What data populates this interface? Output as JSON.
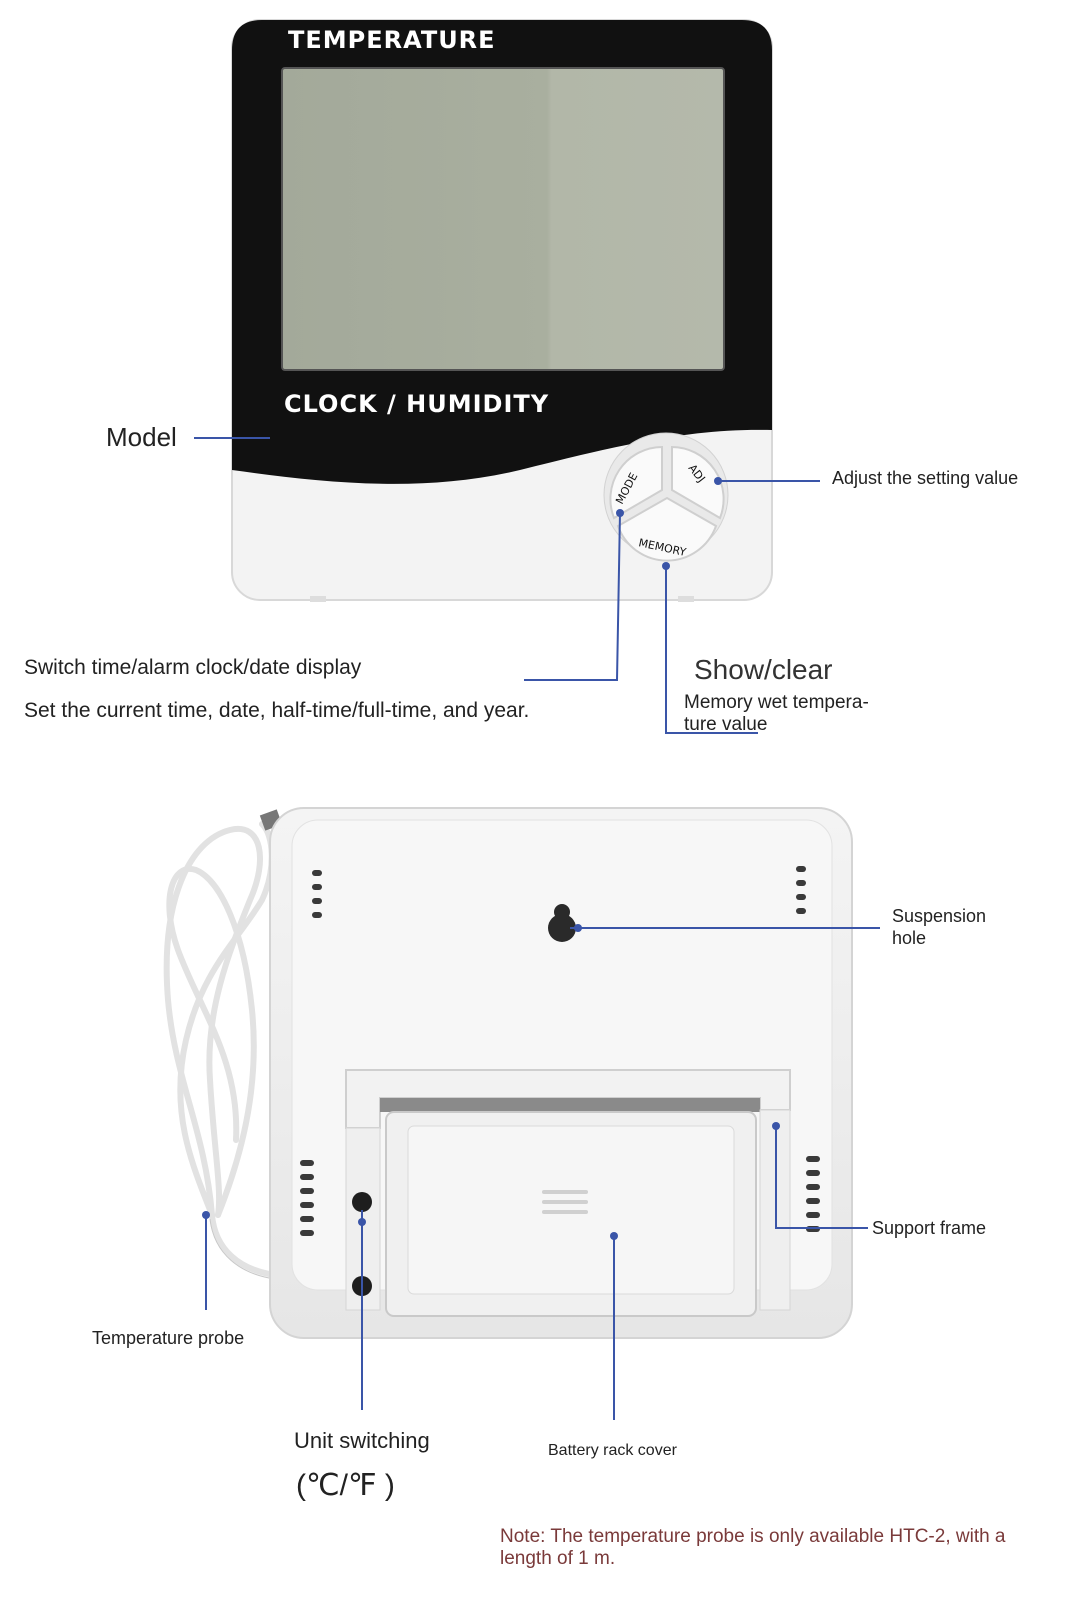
{
  "device_front": {
    "top_label": "TEMPERATURE",
    "bottom_label": "CLOCK / HUMIDITY",
    "buttons": {
      "mode": "MODE",
      "adj": "ADJ",
      "memory": "MEMORY"
    }
  },
  "callouts_front": {
    "model": "Model",
    "adjust": "Adjust the setting value",
    "switch_display": "Switch time/alarm clock/date display",
    "set_time": "Set the current time, date, half-time/full-time, and year.",
    "show_clear": "Show/clear",
    "memory_line1": "Memory wet tempera-",
    "memory_line2": "ture value"
  },
  "callouts_back": {
    "suspension_line1": "Suspension",
    "suspension_line2": "hole",
    "support_frame": "Support frame",
    "temperature_probe": "Temperature probe",
    "unit_switching": "Unit switching",
    "unit_symbols": "(℃/℉ )",
    "battery_cover": "Battery rack cover"
  },
  "note": "Note: The temperature probe is only available HTC-2, with a length of 1 m.",
  "colors": {
    "bezel": "#111111",
    "lcd": "#a7ad9e",
    "callout_line": "#3a55a8",
    "note_text": "#7a3a3a"
  }
}
